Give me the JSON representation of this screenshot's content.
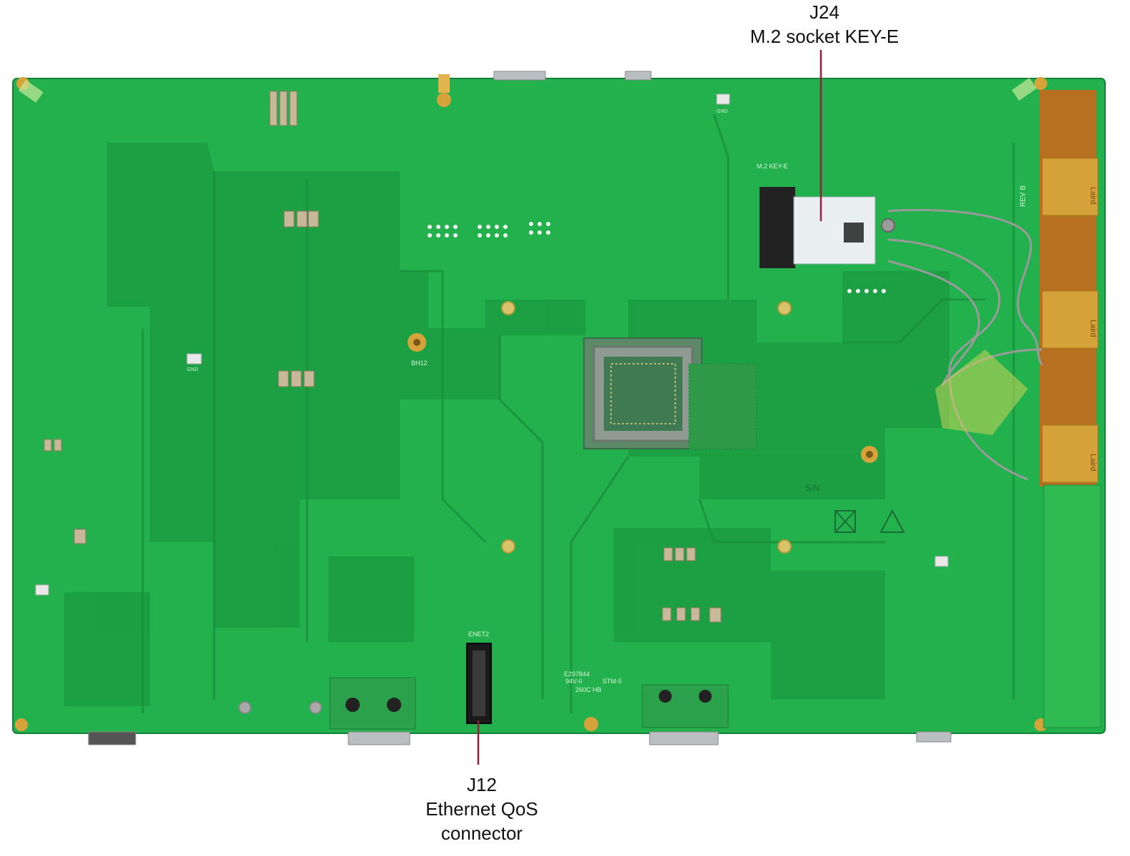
{
  "callouts": {
    "j24": {
      "ref": "J24",
      "desc": "M.2 socket KEY-E"
    },
    "j12": {
      "ref": "J12",
      "line1": "Ethernet QoS",
      "line2": "connector"
    }
  },
  "board_silkscreen": {
    "bh12": "BH12",
    "m2_label": "M.2 KEY-E",
    "sn_label": "S/N",
    "eth_label": "ENET2",
    "gnd": "GND",
    "board_code_1": "E297844",
    "board_code_2": "94V-0",
    "board_code_3": "260C HB",
    "stm": "STM-5",
    "rev": "REV B",
    "antenna_brand": "Laird"
  },
  "colors": {
    "pcb": "#23b14d",
    "pcb_dark": "#1a9a3f",
    "trace": "#1c8c3a",
    "leader_line": "#9b1b3a",
    "flex_orange": "#c8691c",
    "gold": "#d6a23a",
    "cable": "#9a9a9a"
  }
}
